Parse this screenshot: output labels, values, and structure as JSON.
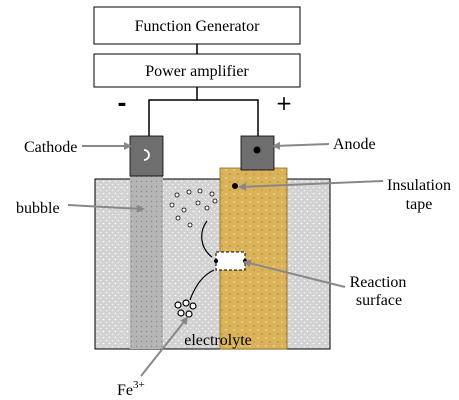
{
  "diagram": {
    "function_generator": "Function Generator",
    "power_amplifier": "Power amplifier",
    "minus_sign": "-",
    "plus_sign": "+",
    "cathode": "Cathode",
    "anode": "Anode",
    "bubble": "bubble",
    "insulation_line1": "Insulation",
    "insulation_line2": "tape",
    "reaction_line1": "Reaction",
    "reaction_line2": "surface",
    "electrolyte": "electrolyte",
    "fe_base": "Fe",
    "fe_charge": "3+"
  },
  "colors": {
    "background": "#ffffff",
    "electrolyte": "#d2d2d2",
    "anode_tape": "#d9b25a",
    "terminal": "#6e6e6e",
    "cathode_rod": "#b5b5b5",
    "arrow": "#888888",
    "line": "#000000"
  }
}
